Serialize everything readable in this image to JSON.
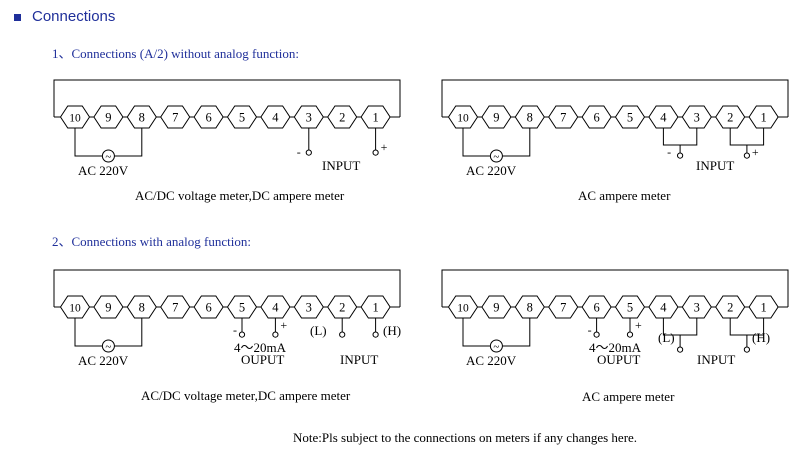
{
  "heading": "Connections",
  "section1": "1、Connections (A/2) without analog function:",
  "section2": "2、Connections with analog function:",
  "terminals": [
    "10",
    "9",
    "8",
    "7",
    "6",
    "5",
    "4",
    "3",
    "2",
    "1"
  ],
  "labels": {
    "ac_supply": "AC 220V",
    "input": "INPUT",
    "output": "OUPUT",
    "current_range": "4～20mA",
    "low": "(L)",
    "high": "(H)",
    "minus": "-",
    "plus": "+",
    "ac_symbol": "~"
  },
  "captions": {
    "d1": "AC/DC voltage meter,DC ampere meter",
    "d2": "AC ampere meter",
    "d3": "AC/DC voltage meter,DC ampere meter",
    "d4": "AC ampere meter"
  },
  "note": "Note:Pls subject to the connections on meters if any changes here."
}
